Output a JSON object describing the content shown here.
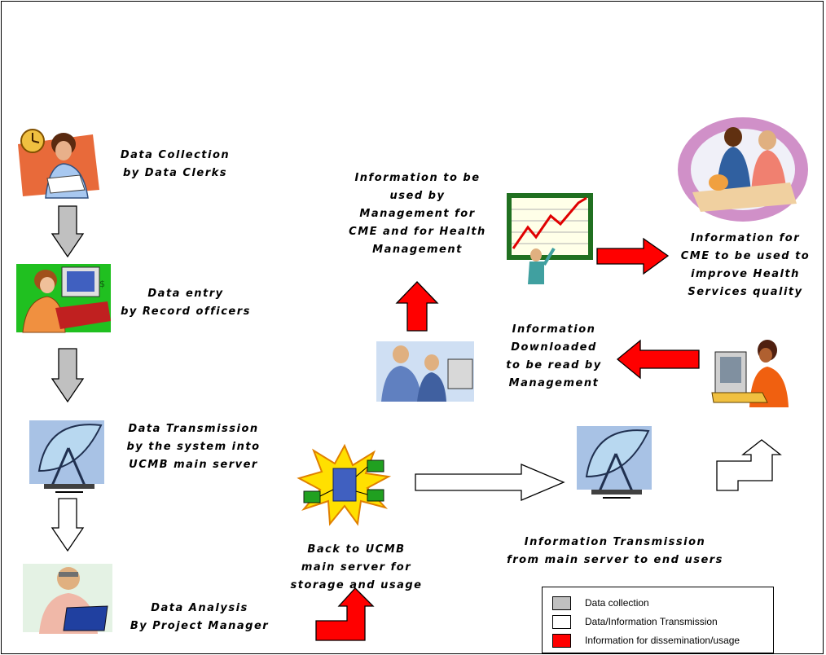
{
  "labels": {
    "collection": "Data Collection\nby Data Clerks",
    "entry": "Data entry\nby Record officers",
    "transmission": "Data Transmission\nby the system into\nUCMB main server",
    "analysis": "Data Analysis\nBy Project Manager",
    "back_to_server": "Back to UCMB\nmain server for\nstorage and usage",
    "info_transmission": "Information Transmission\nfrom main server to end users",
    "info_downloaded": "Information\nDownloaded\nto be read by\nManagement",
    "info_management": "Information to be\nused by\nManagement for\nCME and for Health\nManagement",
    "info_cme": "Information for\nCME to be used to\nimprove Health\nServices quality"
  },
  "legend": {
    "items": [
      {
        "label": "Data collection",
        "color": "#c0c0c0"
      },
      {
        "label": "Data/Information Transmission",
        "color": "#ffffff"
      },
      {
        "label": "Information for dissemination/usage",
        "color": "#ff0000"
      }
    ]
  },
  "arrow_colors": {
    "collection": "#c0c0c0",
    "transmission": "#ffffff",
    "usage": "#ff0000"
  }
}
